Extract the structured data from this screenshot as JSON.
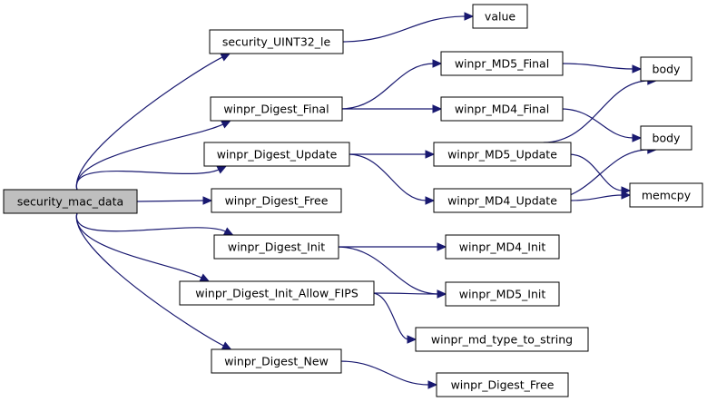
{
  "diagram": {
    "type": "call-graph",
    "nodes": [
      {
        "id": "security_mac_data",
        "label": "security_mac_data",
        "root": true
      },
      {
        "id": "security_UINT32_le",
        "label": "security_UINT32_le"
      },
      {
        "id": "value",
        "label": "value"
      },
      {
        "id": "winpr_Digest_Final",
        "label": "winpr_Digest_Final"
      },
      {
        "id": "winpr_MD5_Final",
        "label": "winpr_MD5_Final"
      },
      {
        "id": "winpr_MD4_Final",
        "label": "winpr_MD4_Final"
      },
      {
        "id": "body_1",
        "label": "body"
      },
      {
        "id": "body_2",
        "label": "body"
      },
      {
        "id": "winpr_Digest_Update",
        "label": "winpr_Digest_Update"
      },
      {
        "id": "winpr_MD5_Update",
        "label": "winpr_MD5_Update"
      },
      {
        "id": "winpr_MD4_Update",
        "label": "winpr_MD4_Update"
      },
      {
        "id": "memcpy",
        "label": "memcpy"
      },
      {
        "id": "winpr_Digest_Free_1",
        "label": "winpr_Digest_Free"
      },
      {
        "id": "winpr_Digest_Init",
        "label": "winpr_Digest_Init"
      },
      {
        "id": "winpr_MD4_Init",
        "label": "winpr_MD4_Init"
      },
      {
        "id": "winpr_Digest_Init_Allow_FIPS",
        "label": "winpr_Digest_Init_Allow_FIPS"
      },
      {
        "id": "winpr_MD5_Init",
        "label": "winpr_MD5_Init"
      },
      {
        "id": "winpr_md_type_to_string",
        "label": "winpr_md_type_to_string"
      },
      {
        "id": "winpr_Digest_New",
        "label": "winpr_Digest_New"
      },
      {
        "id": "winpr_Digest_Free_2",
        "label": "winpr_Digest_Free"
      }
    ],
    "edges": [
      {
        "from": "security_mac_data",
        "to": "security_UINT32_le"
      },
      {
        "from": "security_mac_data",
        "to": "winpr_Digest_Final"
      },
      {
        "from": "security_mac_data",
        "to": "winpr_Digest_Update"
      },
      {
        "from": "security_mac_data",
        "to": "winpr_Digest_Free_1"
      },
      {
        "from": "security_mac_data",
        "to": "winpr_Digest_Init"
      },
      {
        "from": "security_mac_data",
        "to": "winpr_Digest_Init_Allow_FIPS"
      },
      {
        "from": "security_mac_data",
        "to": "winpr_Digest_New"
      },
      {
        "from": "security_UINT32_le",
        "to": "value"
      },
      {
        "from": "winpr_Digest_Final",
        "to": "winpr_MD5_Final"
      },
      {
        "from": "winpr_Digest_Final",
        "to": "winpr_MD4_Final"
      },
      {
        "from": "winpr_MD5_Final",
        "to": "body_1"
      },
      {
        "from": "winpr_MD4_Final",
        "to": "body_2"
      },
      {
        "from": "winpr_Digest_Update",
        "to": "winpr_MD5_Update"
      },
      {
        "from": "winpr_Digest_Update",
        "to": "winpr_MD4_Update"
      },
      {
        "from": "winpr_MD5_Update",
        "to": "body_1"
      },
      {
        "from": "winpr_MD5_Update",
        "to": "memcpy"
      },
      {
        "from": "winpr_MD4_Update",
        "to": "body_2"
      },
      {
        "from": "winpr_MD4_Update",
        "to": "memcpy"
      },
      {
        "from": "winpr_Digest_Init",
        "to": "winpr_MD4_Init"
      },
      {
        "from": "winpr_Digest_Init",
        "to": "winpr_MD5_Init"
      },
      {
        "from": "winpr_Digest_Init_Allow_FIPS",
        "to": "winpr_MD5_Init"
      },
      {
        "from": "winpr_Digest_Init_Allow_FIPS",
        "to": "winpr_md_type_to_string"
      },
      {
        "from": "winpr_Digest_New",
        "to": "winpr_Digest_Free_2"
      }
    ]
  },
  "colors": {
    "edge": "#191970",
    "root_fill": "#bfbfbf",
    "node_fill": "#ffffff",
    "node_stroke": "#000000"
  }
}
